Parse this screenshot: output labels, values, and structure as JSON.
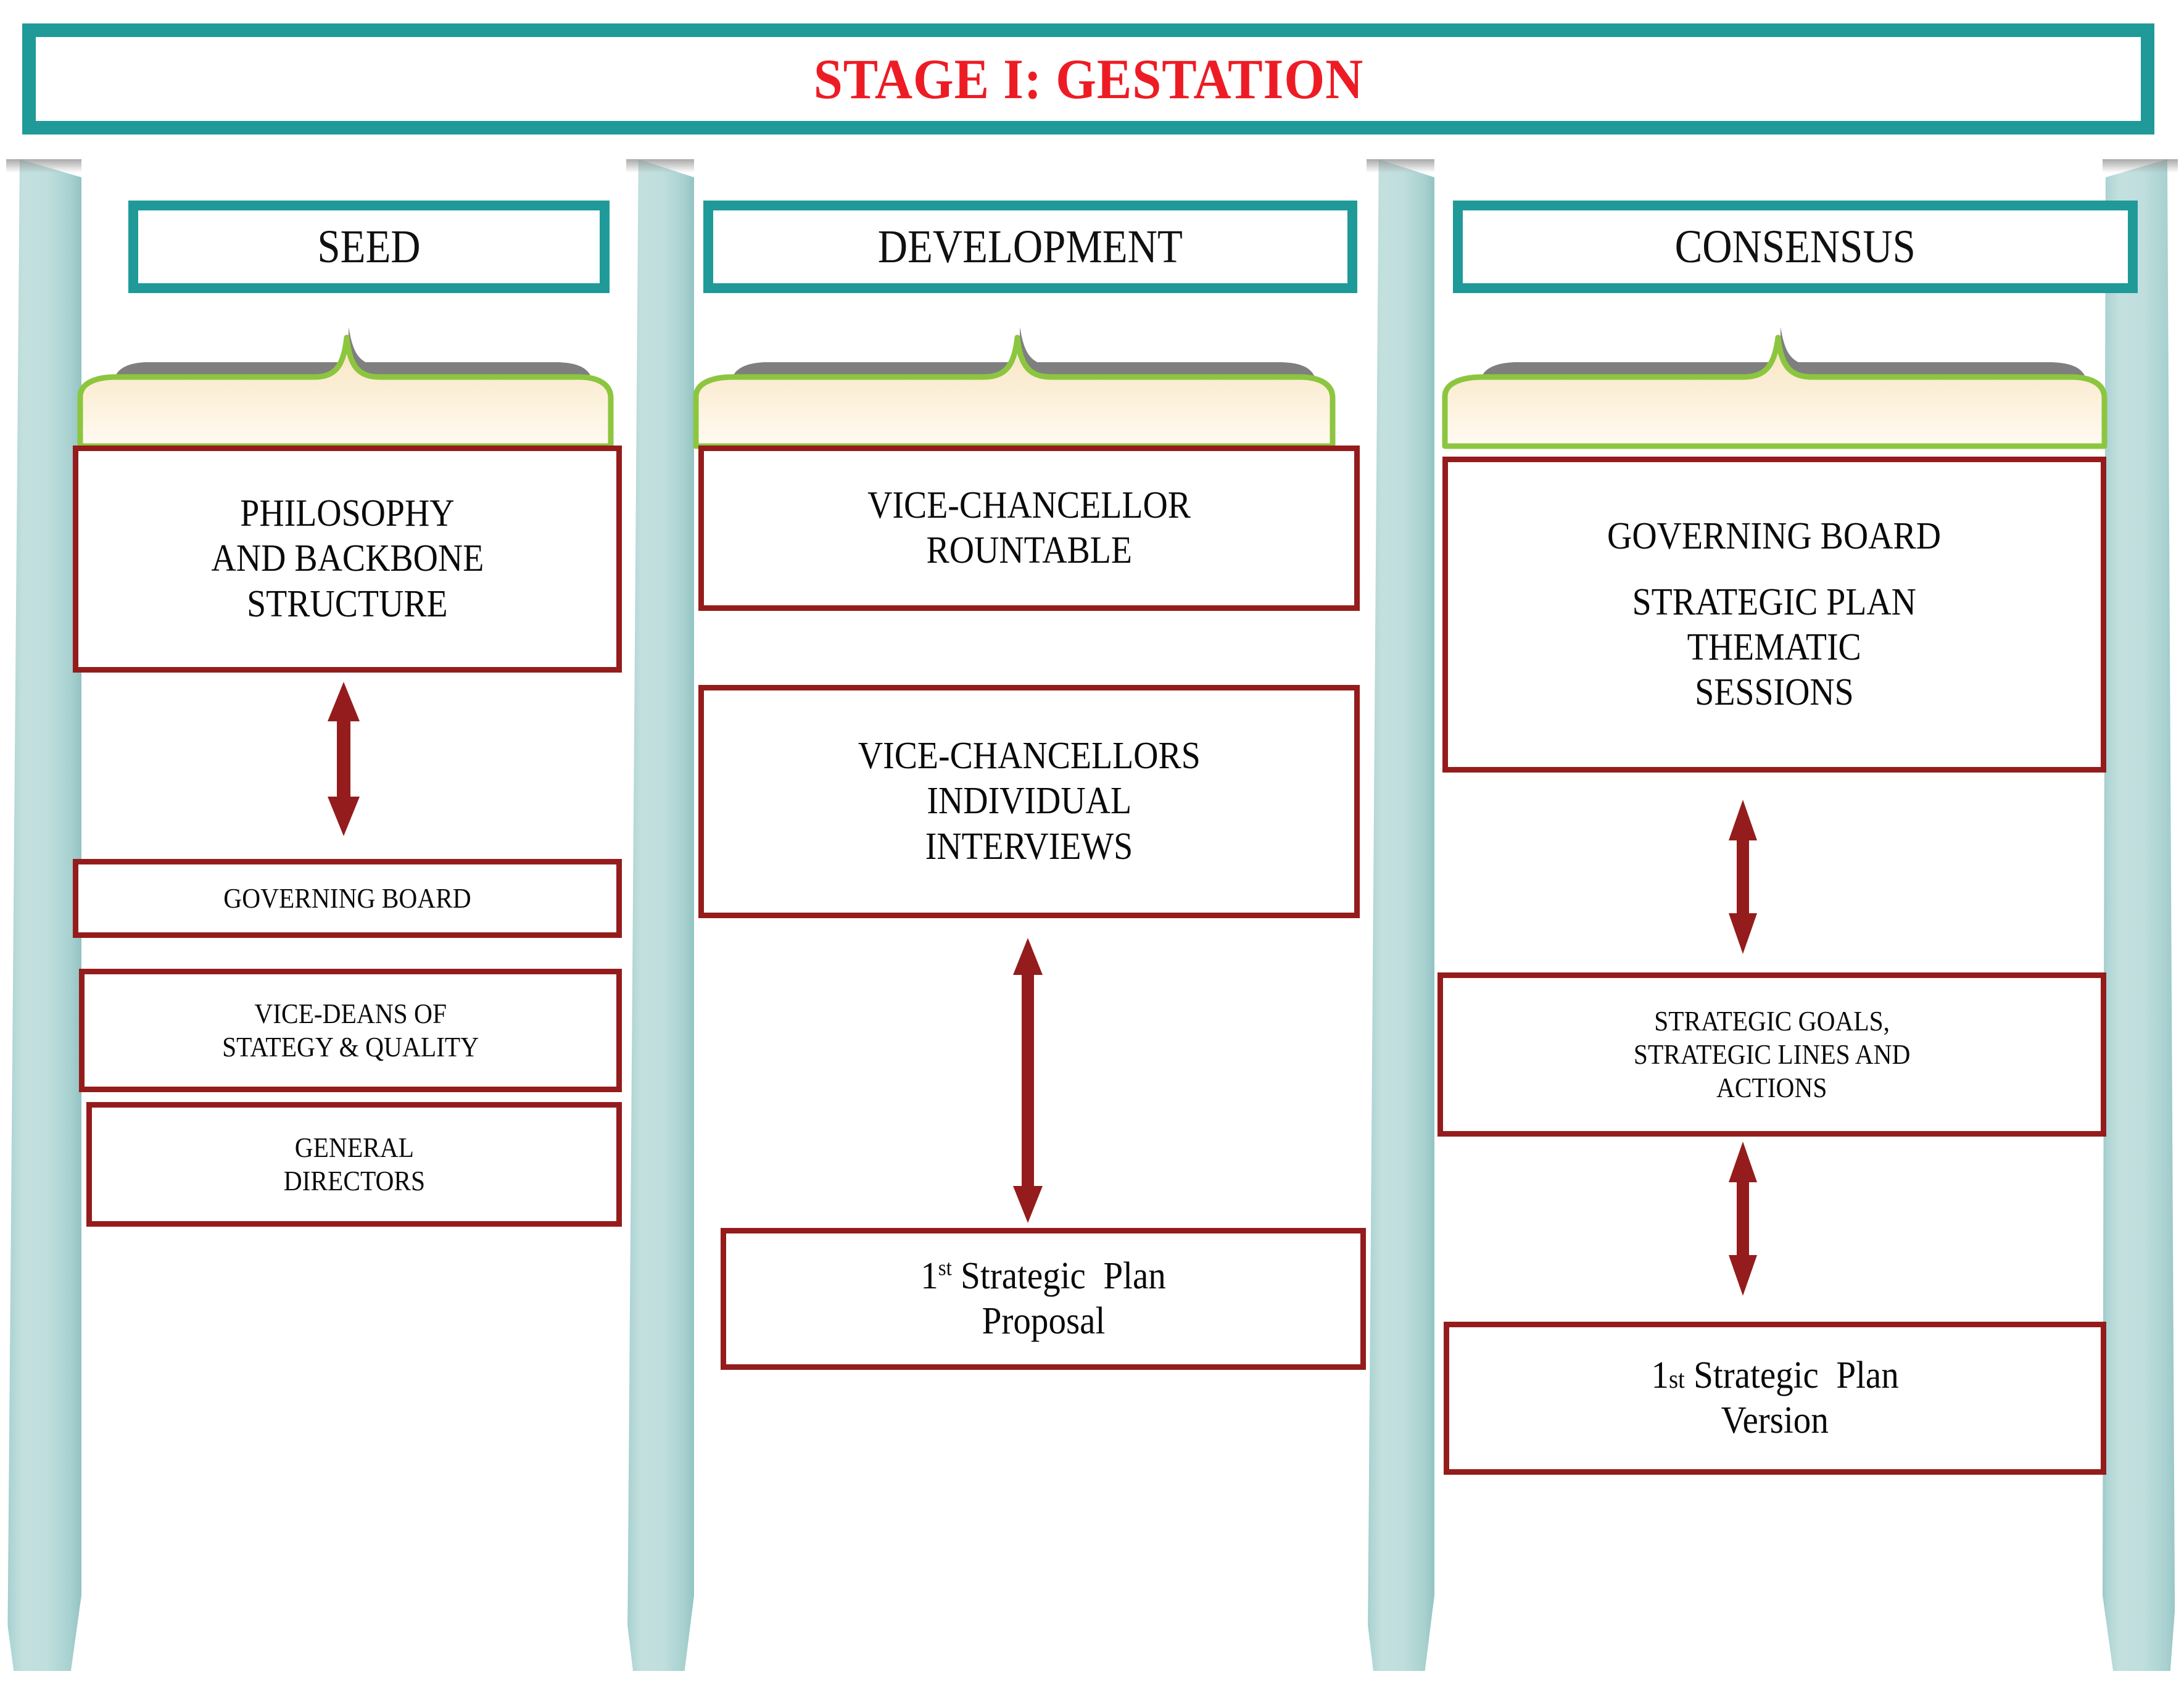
{
  "title": {
    "text": "STAGE I: GESTATION",
    "color": "#ED1C24",
    "frame_color": "#1F9A99"
  },
  "palette": {
    "teal": "#1F9A99",
    "dark_red": "#951C1C",
    "title_red": "#ED1C24",
    "pillar_blue": "#BFDEDD",
    "banner_green": "#8CC63F",
    "banner_cream": "#FAEBCF",
    "banner_gray": "#7F7F7F"
  },
  "columns": [
    {
      "header": "SEED",
      "boxes": [
        {
          "lines": [
            "PHILOSOPHY",
            "AND BACKBONE",
            "STRUCTURE"
          ]
        },
        {
          "lines": [
            "GOVERNING BOARD"
          ]
        },
        {
          "lines": [
            "VICE-DEANS OF",
            "STATEGY & QUALITY"
          ]
        },
        {
          "lines": [
            "GENERAL",
            "DIRECTORS"
          ]
        }
      ],
      "arrows": [
        {
          "between": [
            0,
            1
          ],
          "type": "double-headed-vertical"
        }
      ]
    },
    {
      "header": "DEVELOPMENT",
      "boxes": [
        {
          "lines": [
            "VICE-CHANCELLOR",
            "ROUNTABLE"
          ]
        },
        {
          "lines": [
            "VICE-CHANCELLORS",
            "INDIVIDUAL",
            "INTERVIEWS"
          ]
        },
        {
          "lines": [
            "1st Strategic  Plan",
            "Proposal"
          ]
        }
      ],
      "arrows": [
        {
          "between": [
            1,
            2
          ],
          "type": "double-headed-vertical"
        }
      ]
    },
    {
      "header": "CONSENSUS",
      "boxes": [
        {
          "lines": [
            "GOVERNING  BOARD",
            "",
            "STRATEGIC PLAN",
            "THEMATIC",
            "SESSIONS"
          ]
        },
        {
          "lines": [
            "STRATEGIC GOALS,",
            "STRATEGIC LINES AND",
            "ACTIONS"
          ]
        },
        {
          "lines": [
            "1st Strategic  Plan",
            "Version"
          ]
        }
      ],
      "arrows": [
        {
          "between": [
            0,
            1
          ],
          "type": "double-headed-vertical"
        },
        {
          "between": [
            1,
            2
          ],
          "type": "double-headed-vertical"
        }
      ]
    }
  ],
  "decorations": {
    "pillar_count": 4,
    "banner_count": 3,
    "banner_name": "open-book-banner"
  }
}
